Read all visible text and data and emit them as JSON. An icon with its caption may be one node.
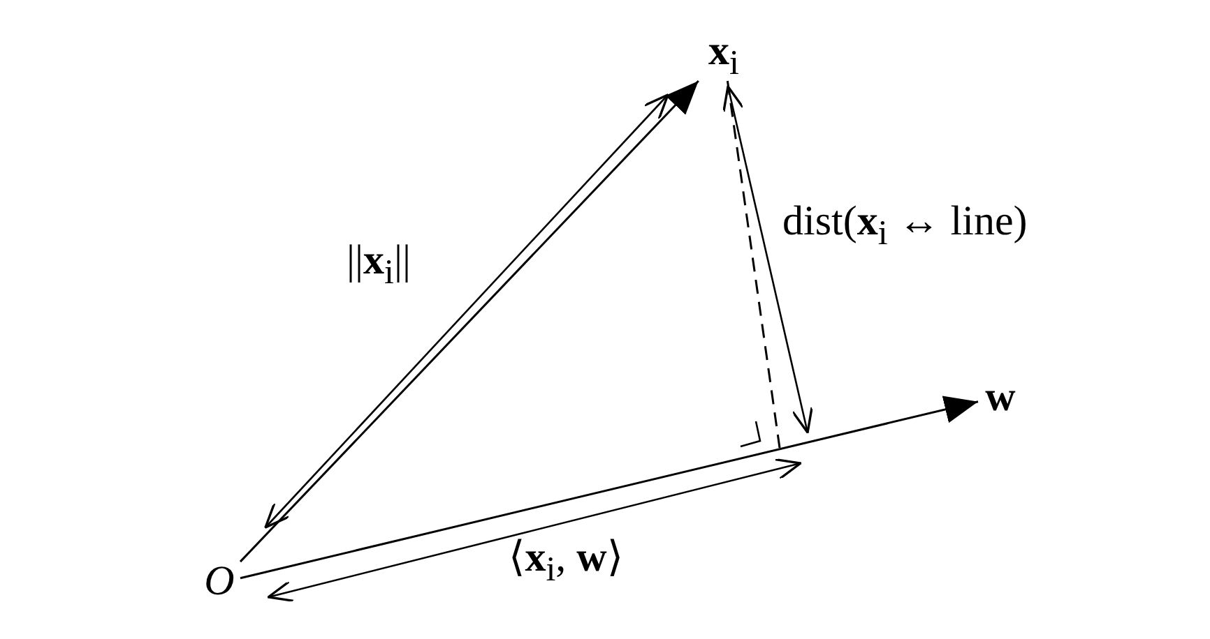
{
  "diagram": {
    "nodes": [
      {
        "text": [
          "O"
        ]
      },
      {
        "text": [
          "**x**$_{i}$"
        ]
      },
      {
        "text": [
          "w"
        ]
      }
    ],
    "edges": [
      {
        "from": 0,
        "to": 1,
        "arrow": "to"
      },
      {
        "from": 0,
        "to": 2,
        "arrow": "to"
      },
      {
        "from": 1,
        "to": null,
        "arrow": "none",
        "style": "dashed"
      }
    ],
    "labels": [
      "||**x**$_{i}$||",
      "dist(**x**$_{i}$ ↔ line)",
      "⟨**x**$_{i}$, **w**⟩"
    ]
  }
}
